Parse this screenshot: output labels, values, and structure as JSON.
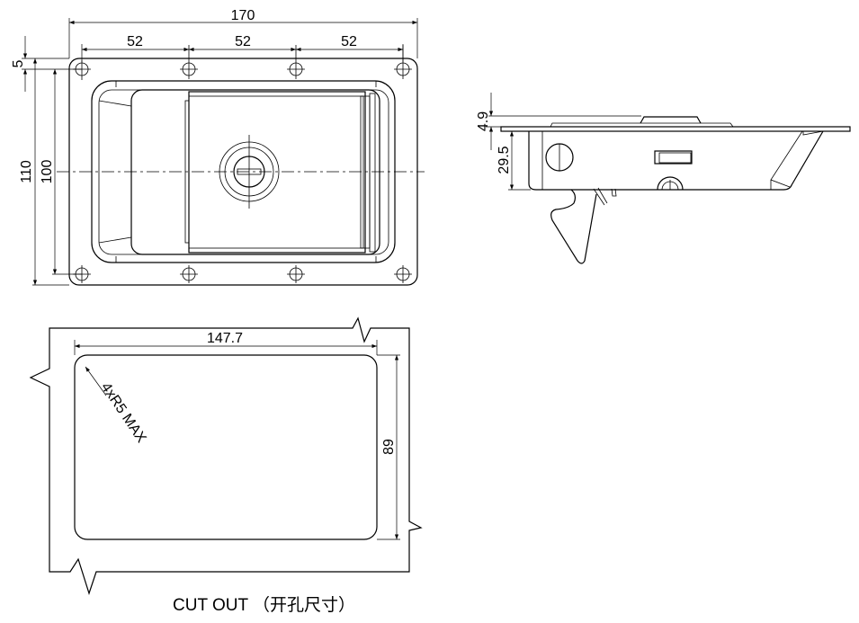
{
  "front_view": {
    "dim_overall_width": "170",
    "dim_hole_spacing": [
      "52",
      "52",
      "52"
    ],
    "dim_edge_offset": "5",
    "dim_overall_height": "110",
    "dim_hole_height": "100"
  },
  "side_view": {
    "dim_flange": "4.9",
    "dim_depth": "29.5"
  },
  "cutout": {
    "dim_width": "147.7",
    "dim_height": "89",
    "corner_note": "4xR5 MAX",
    "caption": "CUT OUT （开孔尺寸）"
  }
}
